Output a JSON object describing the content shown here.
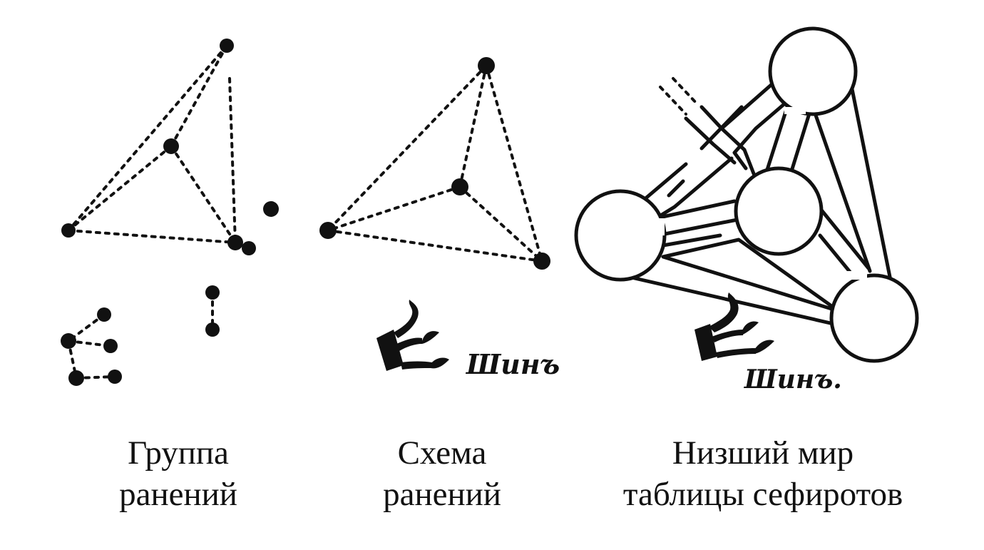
{
  "figure": {
    "colors": {
      "ink": "#111111",
      "paper": "#ffffff"
    },
    "panels": [
      {
        "id": "wound-group",
        "caption": [
          "Группа",
          "ранений"
        ]
      },
      {
        "id": "wound-scheme",
        "caption": [
          "Схема",
          "ранений"
        ],
        "signature": "Шинъ"
      },
      {
        "id": "sephiroth-lower-world",
        "caption": [
          "Низший мир",
          "таблицы сефиротов"
        ],
        "signature": "Шинъ."
      }
    ]
  }
}
